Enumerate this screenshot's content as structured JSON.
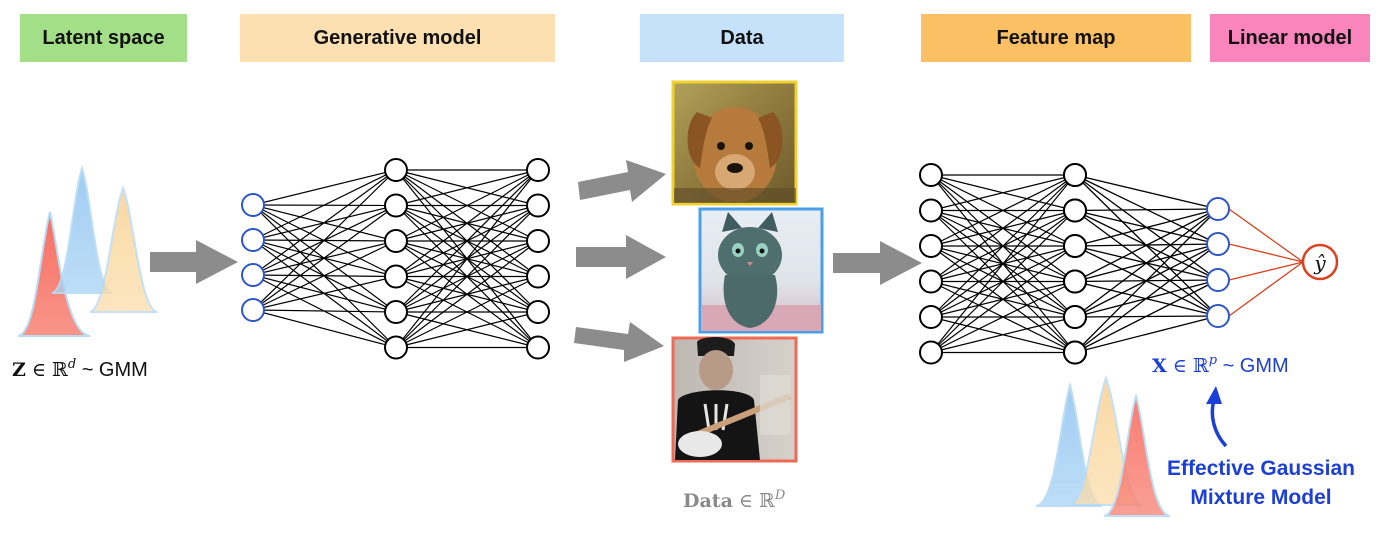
{
  "stage_labels": {
    "latent": "Latent space",
    "generative": "Generative model",
    "data": "Data",
    "feature": "Feature map",
    "linear": "Linear model"
  },
  "math": {
    "z_bold": "Z",
    "z_in": " ∈ ℝ",
    "z_sup": "d",
    "z_gmm": " ~ GMM",
    "data_bold": "Data",
    "data_in": " ∈ ℝ",
    "data_sup": "D",
    "x_bold": "X",
    "x_in": " ∈ ℝ",
    "x_sup": "p",
    "x_gmm": " ~ GMM",
    "y_hat": "ŷ"
  },
  "annotation": {
    "line1": "Effective Gaussian",
    "line2": "Mixture Model"
  },
  "images": {
    "dog": "dog-photo",
    "cat": "cat-photo",
    "guitarist": "guitarist-photo"
  },
  "colors": {
    "latent_green": "#a2df86",
    "generative_peach": "#fde0b2",
    "data_blue": "#c6e2fb",
    "feature_orange": "#fcc064",
    "linear_pink": "#f985bc",
    "gauss_red": "#f7665a",
    "gauss_blue": "#8fc4f0",
    "gauss_yellow": "#f8cd87",
    "input_node_blue": "#2d56c8",
    "output_node_red": "#d9411f",
    "annotation_blue": "#1c3fd6",
    "arrow_gray": "#8c8c8c",
    "dog_frame": "#f1d12f",
    "cat_frame": "#4aa0e8",
    "guitar_frame": "#ef6a55"
  }
}
